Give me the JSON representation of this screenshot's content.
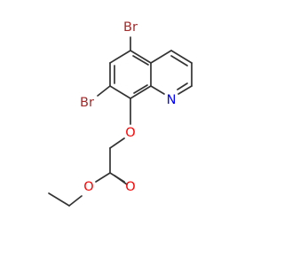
{
  "molecule": {
    "atoms": {
      "br_top": "Br",
      "br_left": "Br",
      "n_ring": "N",
      "o_ether": "O",
      "o_carbonyl": "O",
      "o_ester": "O"
    }
  },
  "colors": {
    "bond": "#333333",
    "bromine": "#a52a2a",
    "nitrogen": "#0000ff",
    "oxygen": "#ff0000",
    "background": "#ffffff"
  }
}
